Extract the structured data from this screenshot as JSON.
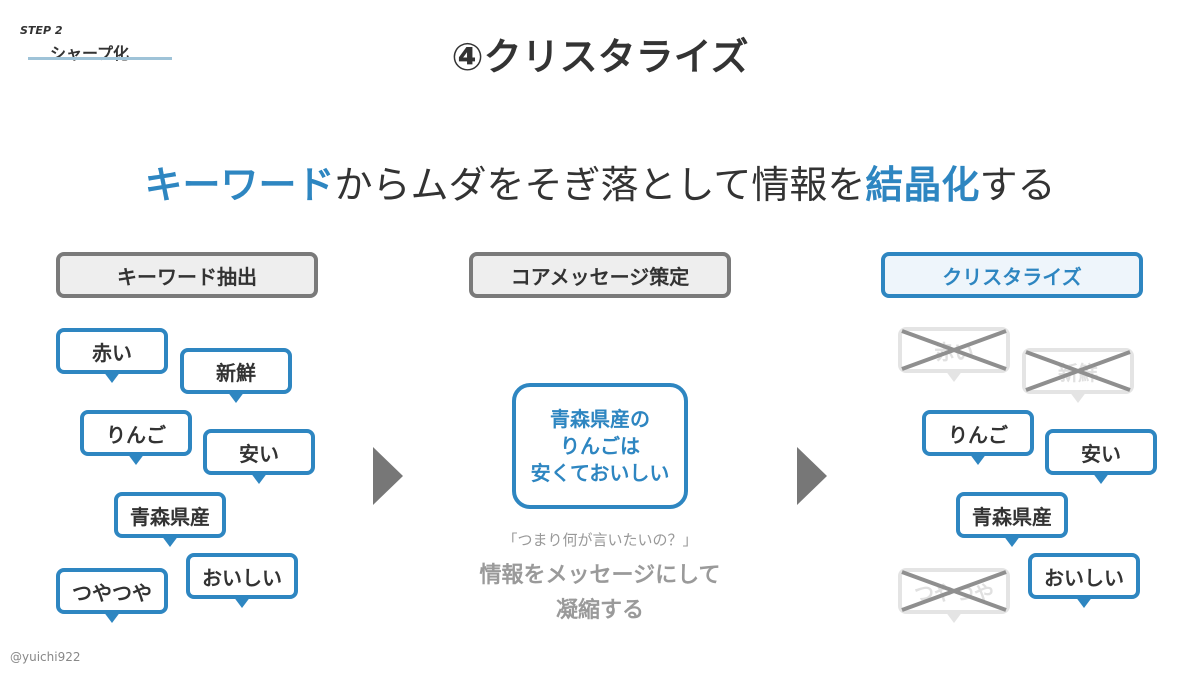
{
  "step": {
    "label": "STEP 2",
    "subtitle": "シャープ化"
  },
  "title": "④クリスタライズ",
  "headline": {
    "part1": "キーワード",
    "part2": "からムダをそぎ落として情報を",
    "part3": "結晶化",
    "part4": "する"
  },
  "columns": {
    "left_header": "キーワード抽出",
    "middle_header": "コアメッセージ策定",
    "right_header": "クリスタライズ"
  },
  "left_keywords": [
    "赤い",
    "新鮮",
    "りんご",
    "安い",
    "青森県産",
    "おいしい",
    "つやつや"
  ],
  "right_keywords": {
    "removed": [
      "赤い",
      "新鮮",
      "つやつや"
    ],
    "kept": [
      "りんご",
      "安い",
      "青森県産",
      "おいしい"
    ]
  },
  "core_message": [
    "青森県産の",
    "りんごは",
    "安くておいしい"
  ],
  "question": "「つまり何が言いたいの？」",
  "explanation": [
    "情報をメッセージにして",
    "凝縮する"
  ],
  "credit": "@yuichi922",
  "colors": {
    "accent": "#2e86c1",
    "grey_border": "#7a7a7a",
    "faded": "#e4e4e4"
  },
  "icons": {
    "arrow": "right-triangle-icon",
    "cross": "cross-out-icon"
  }
}
